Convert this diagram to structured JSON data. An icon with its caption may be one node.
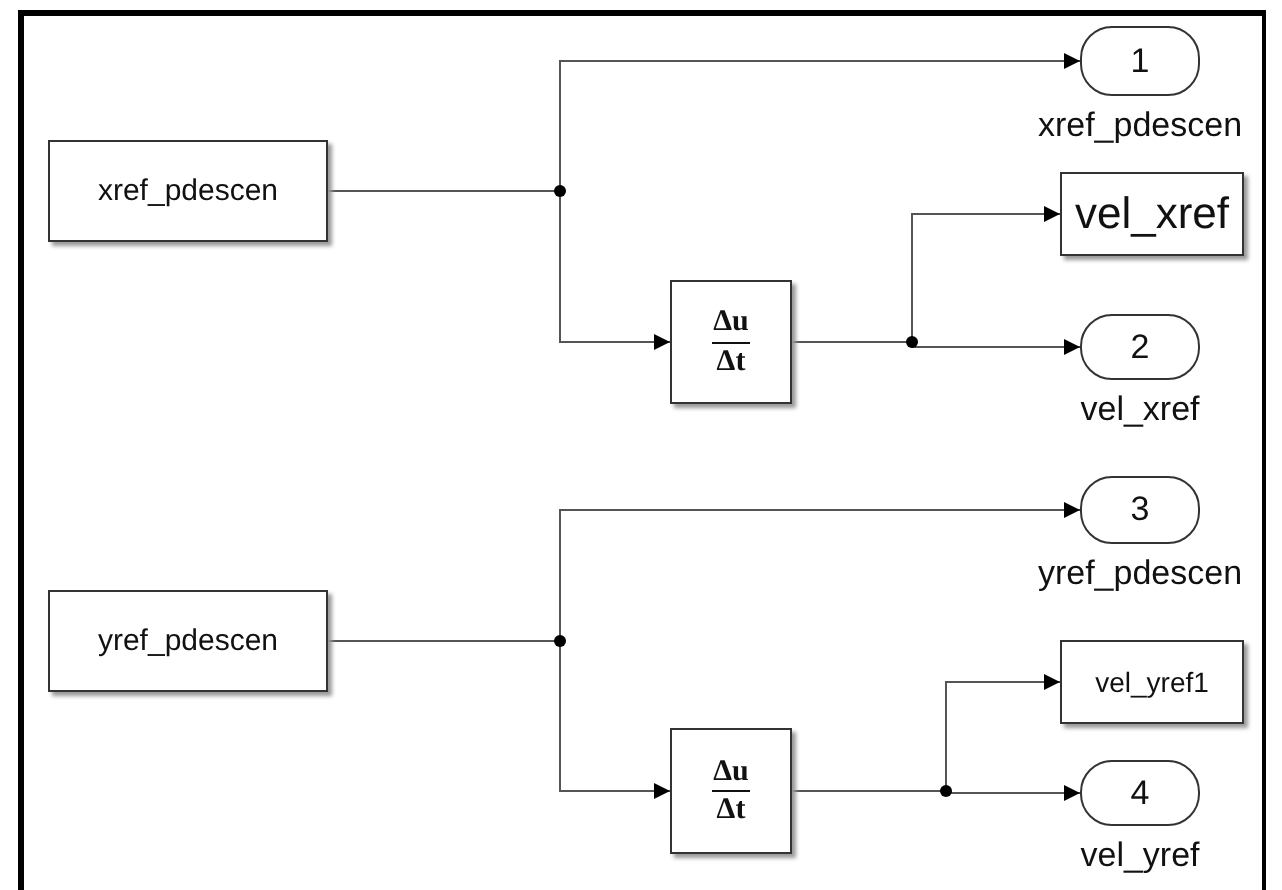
{
  "diagram": {
    "nodes": [
      {
        "text": [
          "xref_pdescen"
        ]
      },
      {
        "text": [
          "1"
        ],
        "beside": [
          "xref_pdescen"
        ]
      },
      {
        "text": [
          "Δu",
          "Δt"
        ]
      },
      {
        "text": [
          "vel_xref"
        ]
      },
      {
        "text": [
          "2"
        ],
        "beside": [
          "vel_xref"
        ]
      },
      {
        "text": [
          "yref_pdescen"
        ]
      },
      {
        "text": [
          "3"
        ],
        "beside": [
          "yref_pdescen"
        ]
      },
      {
        "text": [
          "Δu",
          "Δt"
        ]
      },
      {
        "text": [
          "vel_yref1"
        ]
      },
      {
        "text": [
          "4"
        ],
        "beside": [
          "vel_yref"
        ]
      }
    ],
    "edges": [
      {
        "from": 0,
        "to": 1,
        "arrow": "to"
      },
      {
        "from": 0,
        "to": 2,
        "arrow": "to"
      },
      {
        "from": 2,
        "to": 3,
        "arrow": "to"
      },
      {
        "from": 2,
        "to": 4,
        "arrow": "to"
      },
      {
        "from": 5,
        "to": 6,
        "arrow": "to"
      },
      {
        "from": 5,
        "to": 7,
        "arrow": "to"
      },
      {
        "from": 7,
        "to": 8,
        "arrow": "to"
      },
      {
        "from": 7,
        "to": 9,
        "arrow": "to"
      }
    ]
  }
}
